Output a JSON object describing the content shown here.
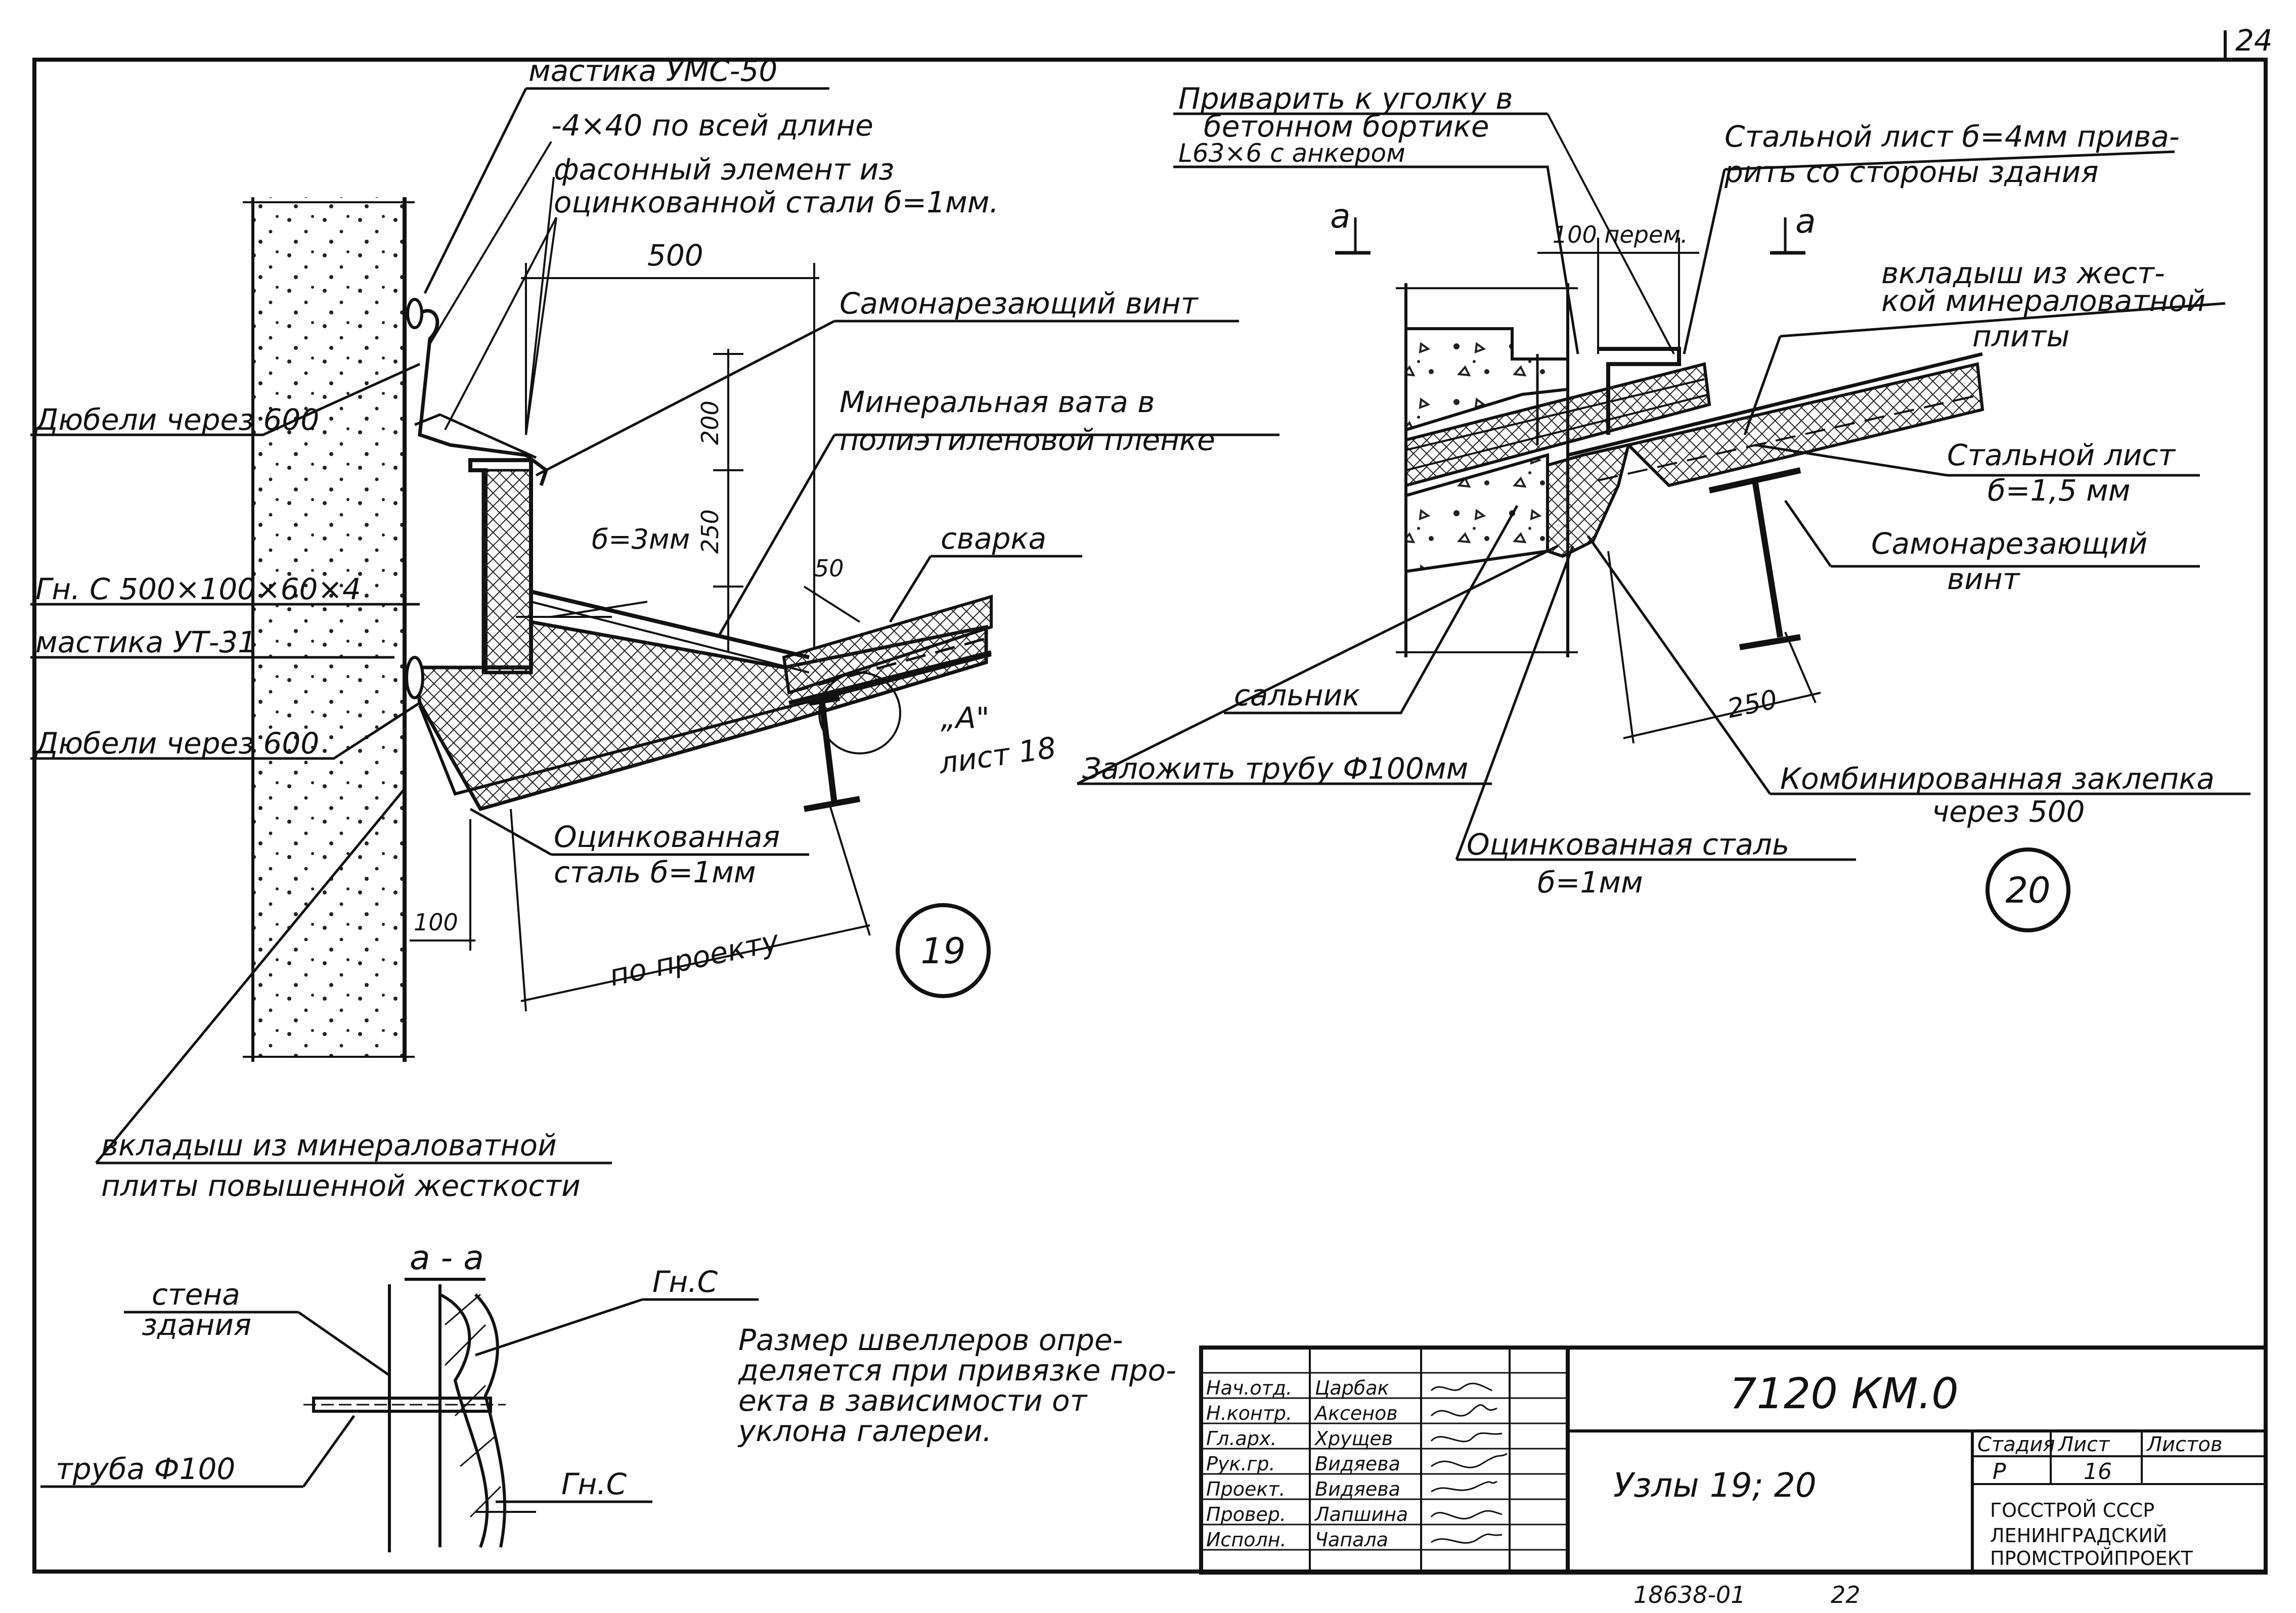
{
  "page_number": "24",
  "labels": {
    "mastika_ums": "мастика УМС-50",
    "strip": "-4×40 по всей длине",
    "shaped_1": "фасонный элемент из",
    "shaped_2": "оцинкованной стали б=1мм.",
    "dim_500": "500",
    "screw_19": "Самонарезающий винт",
    "wool_1": "Минеральная вата в",
    "wool_2": "полиэтиленовой пленке",
    "dowels_1": "Дюбели через 600",
    "dim_200": "200",
    "dim_250v": "250",
    "delta3": "б=3мм",
    "dim_50": "50",
    "svarka": "сварка",
    "gn_c": "Гн. С 500×100×60×4",
    "mastika_ut": "мастика УТ-31",
    "dowels_2": "Дюбели через 600",
    "callout_a": "„А\"",
    "sheet_18": "лист 18",
    "galv_19_1": "Оцинкованная",
    "galv_19_2": "сталь б=1мм",
    "dim_100": "100",
    "po_proektu": "по проекту",
    "node_19": "19",
    "insert_19_1": "вкладыш из минераловатной",
    "insert_19_2": "плиты повышенной жесткости",
    "weld_1": "Приварить к уголку в",
    "weld_2": "бетонном бортике",
    "weld_3": "L63×6 с анкером",
    "plate_1": "Стальной лист б=4мм прива-",
    "plate_2": "рить со стороны здания",
    "sec_a_left": "а",
    "sec_a_right": "а",
    "dim_100_perem": "100 перем.",
    "insert_20_1": "вкладыш из жест-",
    "insert_20_2": "кой минераловатной",
    "insert_20_3": "плиты",
    "steel_1": "Стальной лист",
    "steel_2": "б=1,5 мм",
    "screw_20_1": "Самонарезающий",
    "screw_20_2": "винт",
    "salnik": "сальник",
    "pipe_lay": "Заложить трубу Ф100мм",
    "dim_250": "250",
    "rivet_1": "Комбинированная заклепка",
    "rivet_2": "через 500",
    "galv_20_1": "Оцинкованная сталь",
    "galv_20_2": "б=1мм",
    "node_20": "20",
    "section_title": "а - а",
    "wall_1": "стена",
    "wall_2": "здания",
    "gn_c_upper": "Гн.С",
    "pipe_f100": "труба Ф100",
    "gn_c_lower": "Гн.С",
    "note_1": "Размер швеллеров опре-",
    "note_2": "деляется при привязке про-",
    "note_3": "екта в зависимости от",
    "note_4": "уклона галереи."
  },
  "title_block": {
    "code": "7120 КМ.0",
    "title": "Узлы 19; 20",
    "stage_header": "Стадия",
    "sheet_header": "Лист",
    "sheets_header": "Листов",
    "stage": "Р",
    "sheet": "16",
    "org_1": "ГОССТРОЙ СССР",
    "org_2": "ЛЕНИНГРАДСКИЙ",
    "org_3": "ПРОМСТРОЙПРОЕКТ",
    "roles": [
      {
        "role": "Нач.отд.",
        "name": "Царбак"
      },
      {
        "role": "Н.контр.",
        "name": "Аксенов"
      },
      {
        "role": "Гл.арх.",
        "name": "Хрущев"
      },
      {
        "role": "Рук.гр.",
        "name": "Видяева"
      },
      {
        "role": "Проект.",
        "name": "Видяева"
      },
      {
        "role": "Провер.",
        "name": "Лапшина"
      },
      {
        "role": "Исполн.",
        "name": "Чапала"
      }
    ]
  },
  "footer": {
    "number": "18638-01",
    "page": "22"
  }
}
